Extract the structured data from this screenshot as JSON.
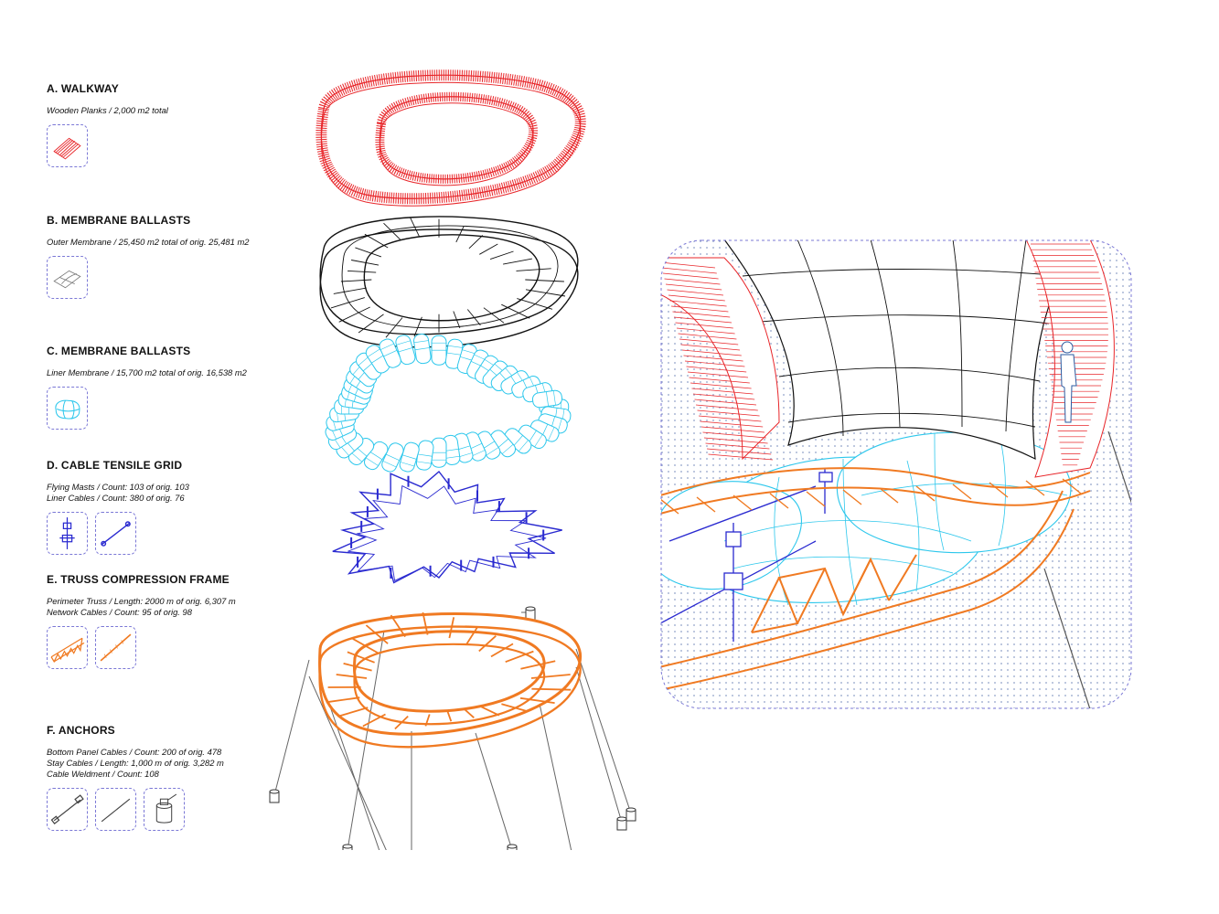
{
  "sections": [
    {
      "id": "A",
      "title": "A. WALKWAY",
      "lines": [
        "Wooden Planks / 2,000 m2 total"
      ],
      "thumb_icons": [
        "planks-icon"
      ],
      "color": "#e8262a"
    },
    {
      "id": "B",
      "title": "B. MEMBRANE BALLASTS",
      "lines": [
        "Outer Membrane / 25,450 m2 total of orig. 25,481 m2"
      ],
      "thumb_icons": [
        "outer-membrane-icon"
      ],
      "color": "#111111"
    },
    {
      "id": "C",
      "title": "C. MEMBRANE BALLASTS",
      "lines": [
        "Liner Membrane / 15,700 m2 total of orig. 16,538 m2"
      ],
      "thumb_icons": [
        "liner-cushion-icon"
      ],
      "color": "#2cc7ec"
    },
    {
      "id": "D",
      "title": "D. CABLE TENSILE GRID",
      "lines": [
        "Flying Masts / Count: 103 of orig. 103",
        "Liner Cables / Count: 380 of orig. 76"
      ],
      "thumb_icons": [
        "flying-mast-icon",
        "liner-cable-icon"
      ],
      "color": "#2a2ad0"
    },
    {
      "id": "E",
      "title": "E. TRUSS COMPRESSION FRAME",
      "lines": [
        "Perimeter Truss / Length: 2000 m of orig. 6,307 m",
        "Network Cables / Count: 95 of orig. 98"
      ],
      "thumb_icons": [
        "perimeter-truss-icon",
        "network-cable-icon"
      ],
      "color": "#f07a22"
    },
    {
      "id": "F",
      "title": "F. ANCHORS",
      "lines": [
        "Bottom Panel Cables / Count: 200 of orig. 478",
        "Stay Cables / Length: 1,000  m of orig. 3,282 m",
        "Cable Weldment / Count: 108"
      ],
      "thumb_icons": [
        "bottom-panel-cable-icon",
        "stay-cable-icon",
        "cable-weldment-icon"
      ],
      "color": "#555555"
    }
  ],
  "palette": {
    "walkway": "#e8262a",
    "membrane": "#111111",
    "liner": "#2cc7ec",
    "cable_grid": "#2a2ad0",
    "truss": "#f07a22",
    "anchors": "#777777",
    "thumb_border": "#7b78d6",
    "detail_dots": "#8fa0c8"
  }
}
